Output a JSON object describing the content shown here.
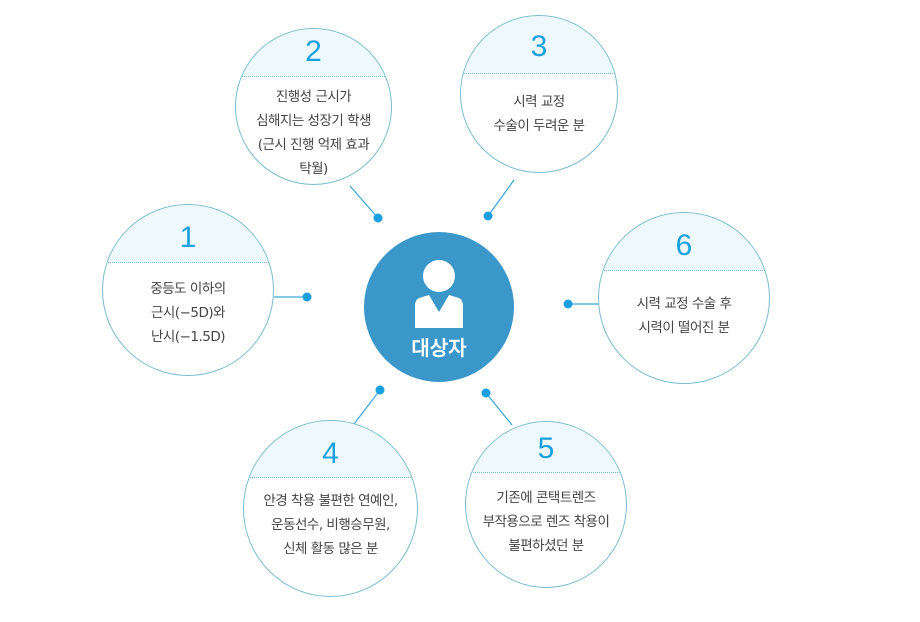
{
  "center": {
    "label": "대상자",
    "icon": "person-icon"
  },
  "items": [
    {
      "number": "1",
      "lines": [
        "중등도 이하의",
        "근시(−5D)와",
        "난시(−1.5D)"
      ]
    },
    {
      "number": "2",
      "lines": [
        "진행성 근시가",
        "심해지는 성장기 학생",
        "(근시 진행 억제 효과",
        "탁월)"
      ]
    },
    {
      "number": "3",
      "lines": [
        "시력 교정",
        "수술이 두려운 분"
      ]
    },
    {
      "number": "4",
      "lines": [
        "안경 착용 불편한 연예인,",
        "운동선수, 비행승무원,",
        "신체 활동 많은 분"
      ]
    },
    {
      "number": "5",
      "lines": [
        "기존에 콘택트렌즈",
        "부작용으로 렌즈 착용이",
        "불편하셨던 분"
      ]
    },
    {
      "number": "6",
      "lines": [
        "시력 교정 수술 후",
        "시력이 떨어진 분"
      ]
    }
  ],
  "colors": {
    "accent": "#1aa0de",
    "center": "#3b97c9",
    "border": "#7bbcd0",
    "cap": "#eef9fd"
  }
}
